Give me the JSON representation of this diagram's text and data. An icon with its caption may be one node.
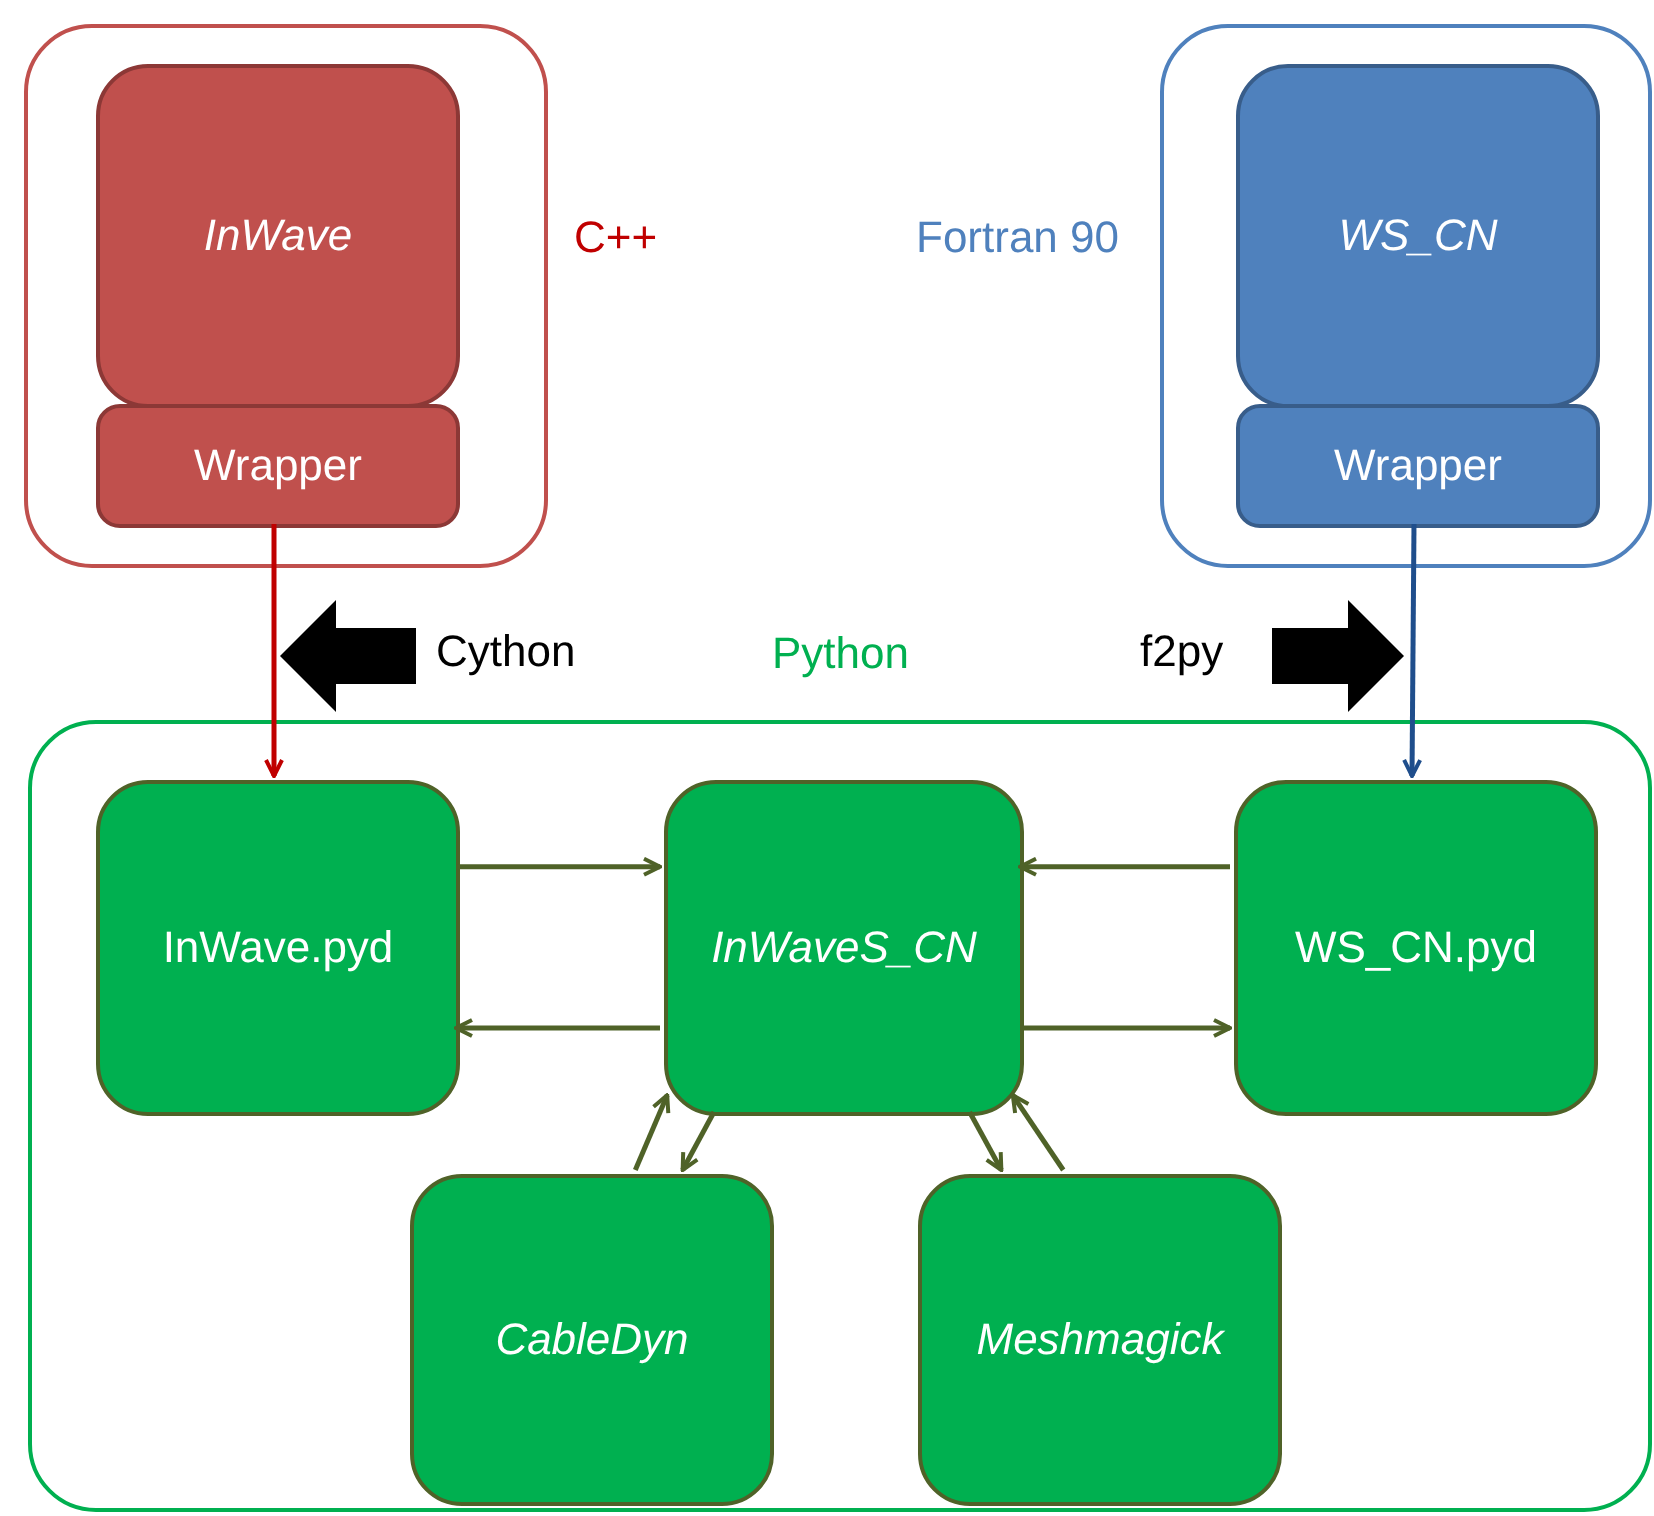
{
  "diagram": {
    "nodes": [
      {
        "text": [
          "C++"
        ]
      },
      {
        "text": [
          "InWave"
        ],
        "in": 0
      },
      {
        "text": [
          "Wrapper"
        ],
        "in": 0
      },
      {
        "text": [
          "Fortran 90"
        ]
      },
      {
        "text": [
          "WS_CN"
        ],
        "in": 3
      },
      {
        "text": [
          "Wrapper"
        ],
        "in": 3
      },
      {
        "text": [
          "Python"
        ]
      },
      {
        "text": [
          "InWave.pyd"
        ],
        "in": 6
      },
      {
        "text": [
          "InWaveS_CN"
        ],
        "in": 6
      },
      {
        "text": [
          "WS_CN.pyd"
        ],
        "in": 6
      },
      {
        "text": [
          "CableDyn"
        ],
        "in": 6
      },
      {
        "text": [
          "Meshmagick"
        ],
        "in": 6
      }
    ],
    "edges": [
      {
        "from": 2,
        "to": 7,
        "arrow": "to",
        "color": "#c00000"
      },
      {
        "from": 5,
        "to": 9,
        "arrow": "to",
        "color": "#1f4e8c"
      },
      {
        "from": 7,
        "to": 8,
        "arrow": "to"
      },
      {
        "from": 8,
        "to": 7,
        "arrow": "to"
      },
      {
        "from": 9,
        "to": 8,
        "arrow": "to"
      },
      {
        "from": 8,
        "to": 9,
        "arrow": "to"
      },
      {
        "from": 10,
        "to": 8,
        "arrow": "to"
      },
      {
        "from": 8,
        "to": 10,
        "arrow": "to"
      },
      {
        "from": 8,
        "to": 11,
        "arrow": "to"
      },
      {
        "from": 11,
        "to": 8,
        "arrow": "to"
      }
    ],
    "labels": [
      "Cython",
      "f2py"
    ]
  }
}
